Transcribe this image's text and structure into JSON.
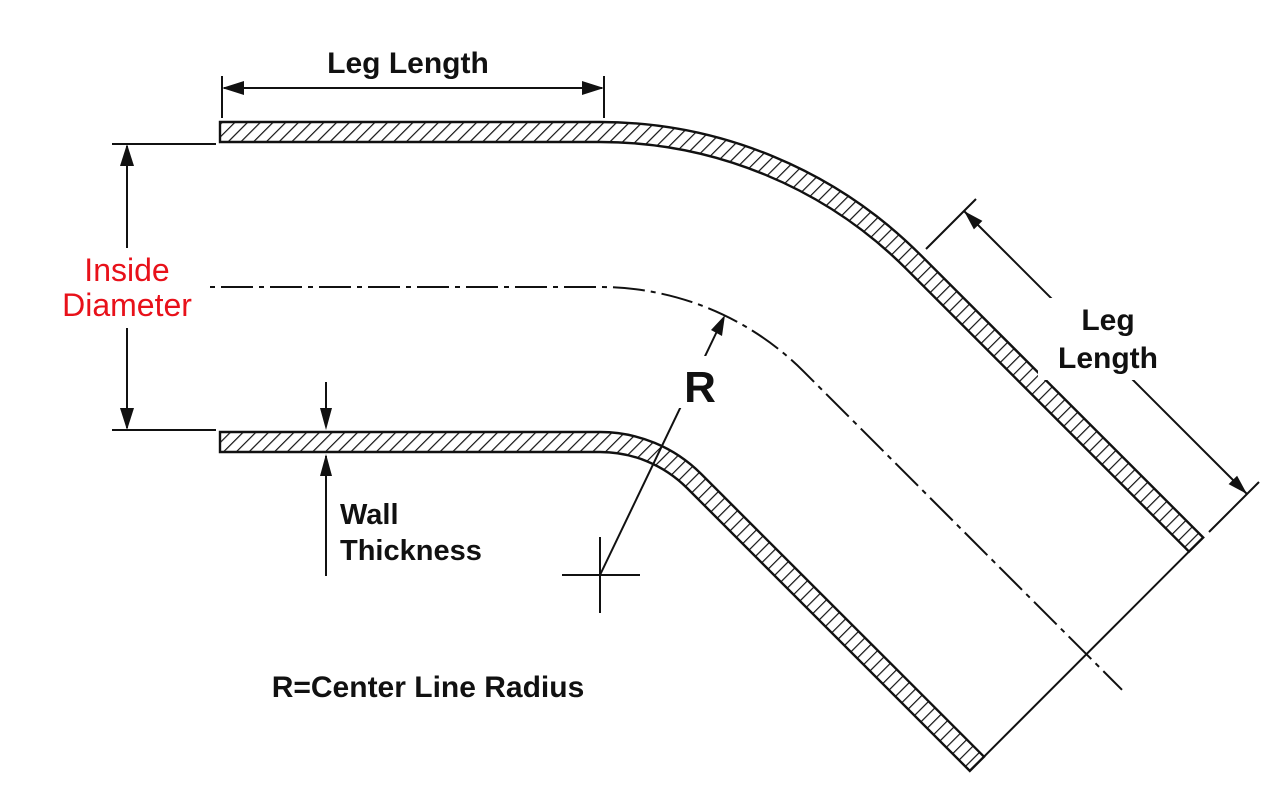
{
  "diagram": {
    "background": "#ffffff",
    "line_color": "#111111",
    "accent_color": "#e8111a",
    "labels": {
      "leg_length_top": "Leg Length",
      "inside_diameter_line1": "Inside",
      "inside_diameter_line2": "Diameter",
      "wall_thickness_line1": "Wall",
      "wall_thickness_line2": "Thickness",
      "leg_length_diag_line1": "Leg",
      "leg_length_diag_line2": "Length",
      "radius_symbol": "R",
      "legend": "R=Center Line Radius"
    }
  }
}
